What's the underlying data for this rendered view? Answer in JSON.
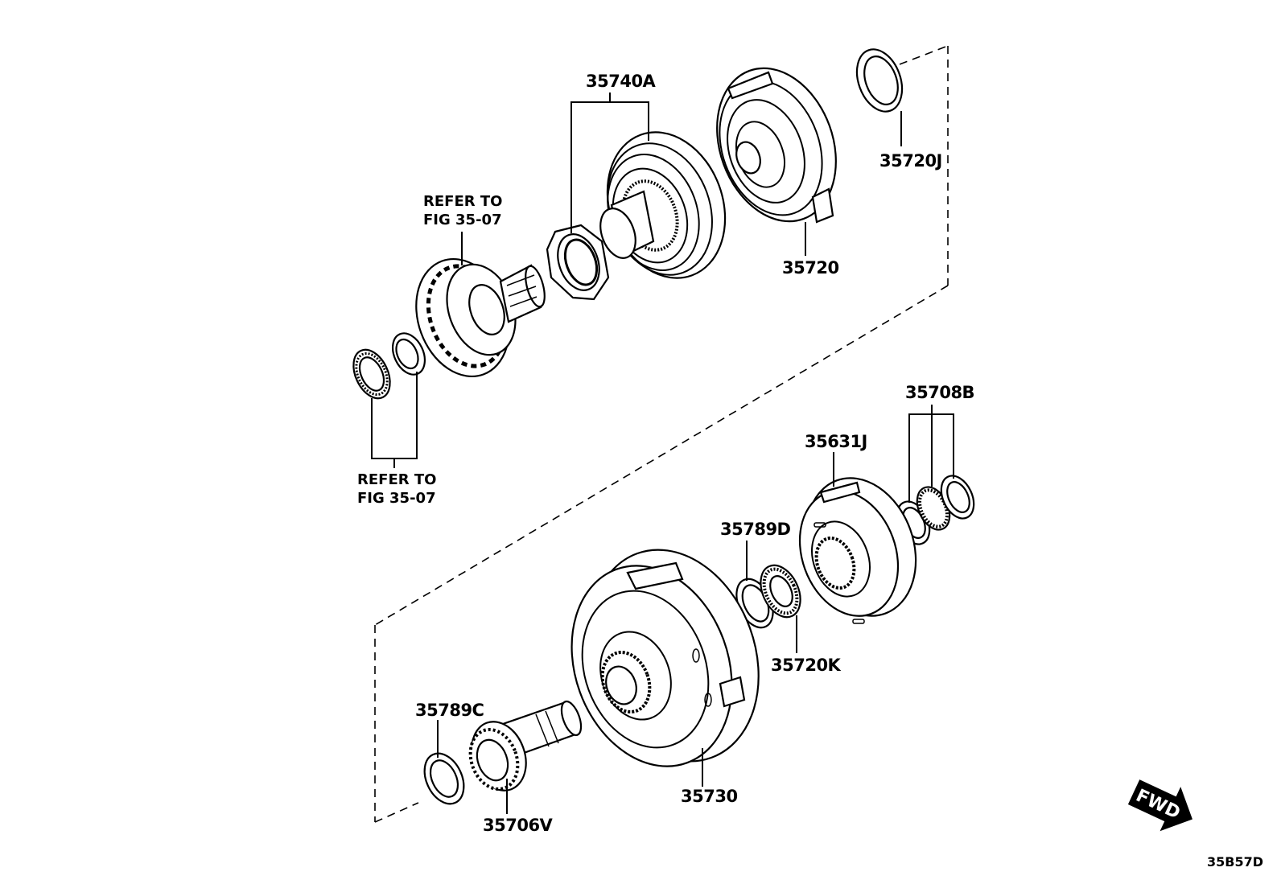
{
  "diagram": {
    "type": "exploded-parts-diagram",
    "figure_code": "35B57D",
    "direction_marker": "FWD",
    "parts": [
      {
        "id": "35740A",
        "label": "35740A"
      },
      {
        "id": "35720J",
        "label": "35720J"
      },
      {
        "id": "35720",
        "label": "35720"
      },
      {
        "id": "35708B",
        "label": "35708B"
      },
      {
        "id": "35631J",
        "label": "35631J"
      },
      {
        "id": "35789D",
        "label": "35789D"
      },
      {
        "id": "35720K",
        "label": "35720K"
      },
      {
        "id": "35789C",
        "label": "35789C"
      },
      {
        "id": "35706V",
        "label": "35706V"
      },
      {
        "id": "35730",
        "label": "35730"
      }
    ],
    "references": [
      {
        "line1": "REFER TO",
        "line2": "FIG 35-07"
      },
      {
        "line1": "REFER TO",
        "line2": "FIG 35-07"
      }
    ]
  }
}
